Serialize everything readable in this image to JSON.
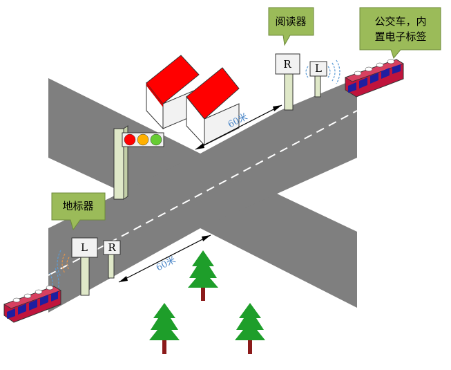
{
  "callouts": {
    "reader": "阅读器",
    "bus": "公交车，内",
    "bus_line2": "置电子标签",
    "landmark": "地标器"
  },
  "signs": {
    "reader_letter": "R",
    "landmark_letter": "L"
  },
  "distances": {
    "top": "60米",
    "bottom": "60米"
  },
  "colors": {
    "road": "#7f7f7f",
    "callout_fill": "#9bbb59",
    "house_roof": "#ff0000",
    "tree": "#1e9e2a",
    "bus_body": "#c0143c",
    "bus_window": "#1e1ea0",
    "light_red": "#ff0000",
    "light_amber": "#ffb000",
    "light_green": "#66cc33",
    "signal_wave": "#5b9bd5",
    "signal_wave_orange": "#e8964a"
  }
}
